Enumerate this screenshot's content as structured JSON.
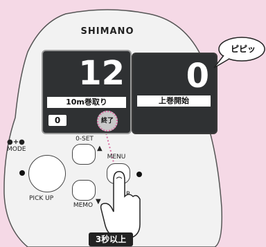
{
  "device": {
    "brand": "SHIMANO",
    "main_display": {
      "value": "12",
      "mode_label": "10m巻取り",
      "sub_value": "0",
      "end_icon_label": "終了"
    },
    "secondary_display": {
      "value": "0",
      "status_label": "上巻開始"
    },
    "buttons": {
      "mode": "MODE",
      "zero_set": "0-SET",
      "menu": "MENU",
      "pick_up": "PICK UP",
      "memo": "MEMO",
      "pick_up_partial": "P"
    }
  },
  "sound_bubble": "ピピッ",
  "hold_badge": "3秒以上",
  "colors": {
    "background": "#f5d9e6",
    "screen": "#2f3133",
    "accent_dotted": "#d86ea3"
  }
}
